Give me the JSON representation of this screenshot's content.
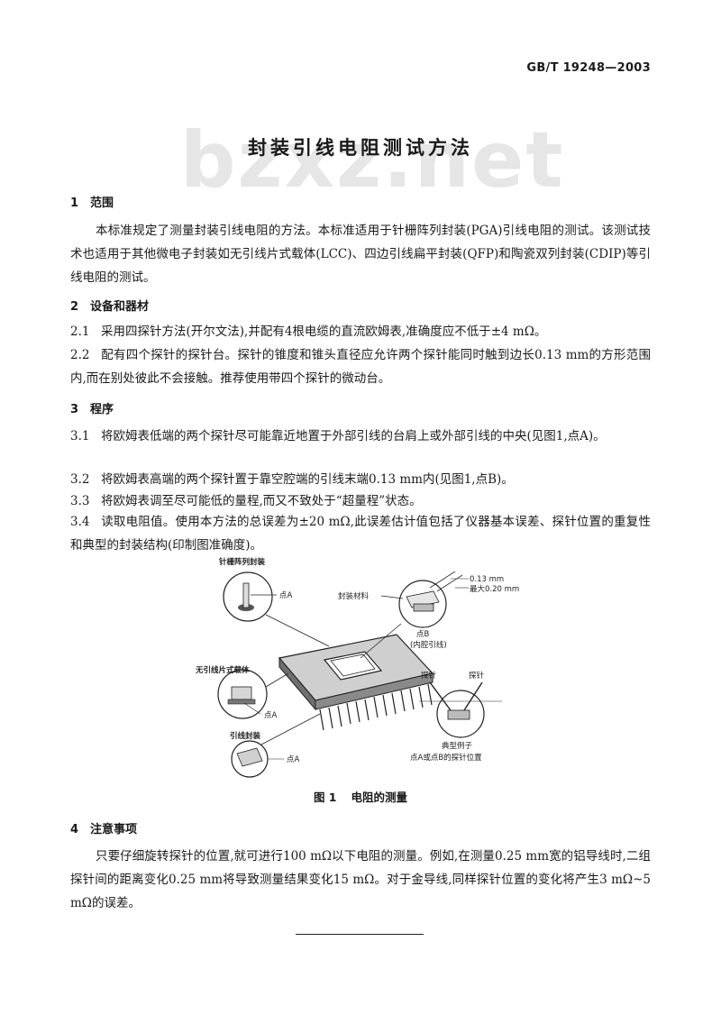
{
  "header": {
    "standard_number": "GB/T 19248—2003",
    "watermark": "bzxz.net"
  },
  "title": "封装引线电阻测试方法",
  "sections": {
    "s1": {
      "num": "1",
      "title": "范围",
      "body": "本标准规定了测量封装引线电阻的方法。本标准适用于针栅阵列封装(PGA)引线电阻的测试。该测试技术也适用于其他微电子封装如无引线片式载体(LCC)、四边引线扁平封装(QFP)和陶瓷双列封装(CDIP)等引线电阻的测试。"
    },
    "s2": {
      "num": "2",
      "title": "设备和器材",
      "c1_num": "2.1",
      "c1_text": "采用四探针方法(开尔文法),并配有4根电缆的直流欧姆表,准确度应不低于±4 mΩ。",
      "c2_num": "2.2",
      "c2_text": "配有四个探针的探针台。探针的锥度和锥头直径应允许两个探针能同时触到边长0.13 mm的方形范围内,而在别处彼此不会接触。推荐使用带四个探针的微动台。"
    },
    "s3": {
      "num": "3",
      "title": "程序",
      "c1_num": "3.1",
      "c1_text": "将欧姆表低端的两个探针尽可能靠近地置于外部引线的台肩上或外部引线的中央(见图1,点A)。",
      "c2_num": "3.2",
      "c2_text": "将欧姆表高端的两个探针置于靠空腔端的引线末端0.13 mm内(见图1,点B)。",
      "c3_num": "3.3",
      "c3_text": "将欧姆表调至尽可能低的量程,而又不致处于“超量程”状态。",
      "c4_num": "3.4",
      "c4_text": "读取电阻值。使用本方法的总误差为±20 mΩ,此误差估计值包括了仪器基本误差、探针位置的重复性和典型的封装结构(印制图准确度)。"
    },
    "figure": {
      "pga": "针栅阵列封装",
      "point_a": "点A",
      "sealing": "封装材料",
      "dim1": "0.13 mm",
      "dim2": "最大0.20 mm",
      "point_b": "点B",
      "inner_lead": "(内腔引线)",
      "lcc": "无引线片式载体",
      "probe1": "探针",
      "probe2": "探针",
      "leaded": "引线封装",
      "typical_1": "典型例子",
      "typical_2": "点A或点B的探针位置",
      "caption_num": "图 1",
      "caption_text": "电阻的测量"
    },
    "s4": {
      "num": "4",
      "title": "注意事项",
      "body": "只要仔细旋转探针的位置,就可进行100 mΩ以下电阻的测量。例如,在测量0.25 mm宽的铝导线时,二组探针间的距离变化0.25 mm将导致测量结果变化15 mΩ。对于金导线,同样探针位置的变化将产生3 mΩ~5 mΩ的误差。"
    }
  }
}
